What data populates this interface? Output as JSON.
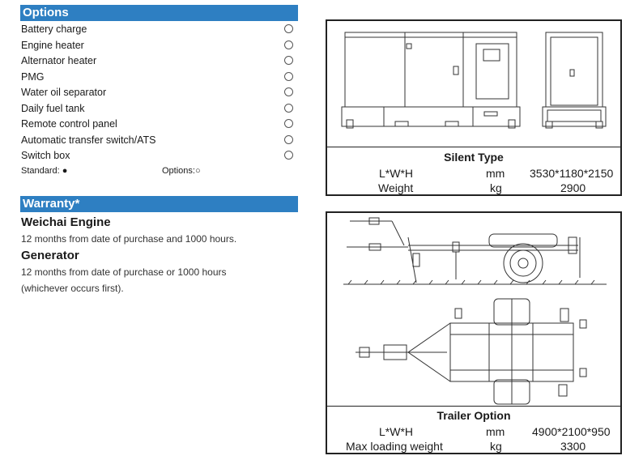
{
  "options": {
    "title": "Options",
    "items": [
      "Battery charge",
      "Engine heater",
      "Alternator heater",
      "PMG",
      "Water oil separator",
      "Daily fuel tank",
      "Remote control panel",
      "Automatic transfer switch/ATS",
      "Switch box"
    ],
    "legend_standard": "Standard: ●",
    "legend_options": "Options:○"
  },
  "warranty": {
    "title": "Warranty*",
    "engine_heading": "Weichai Engine",
    "engine_text": "12 months from date of purchase and 1000 hours.",
    "generator_heading": "Generator",
    "generator_text_1": "12 months from date of purchase or 1000 hours",
    "generator_text_2": "(whichever occurs first)."
  },
  "silent": {
    "title": "Silent Type",
    "dim_label": "L*W*H",
    "dim_unit": "mm",
    "dim_value": "3530*1180*2150",
    "weight_label": "Weight",
    "weight_unit": "kg",
    "weight_value": "2900"
  },
  "trailer": {
    "title": "Trailer Option",
    "dim_label": "L*W*H",
    "dim_unit": "mm",
    "dim_value": "4900*2100*950",
    "weight_label": "Max loading weight",
    "weight_unit": "kg",
    "weight_value": "3300"
  }
}
